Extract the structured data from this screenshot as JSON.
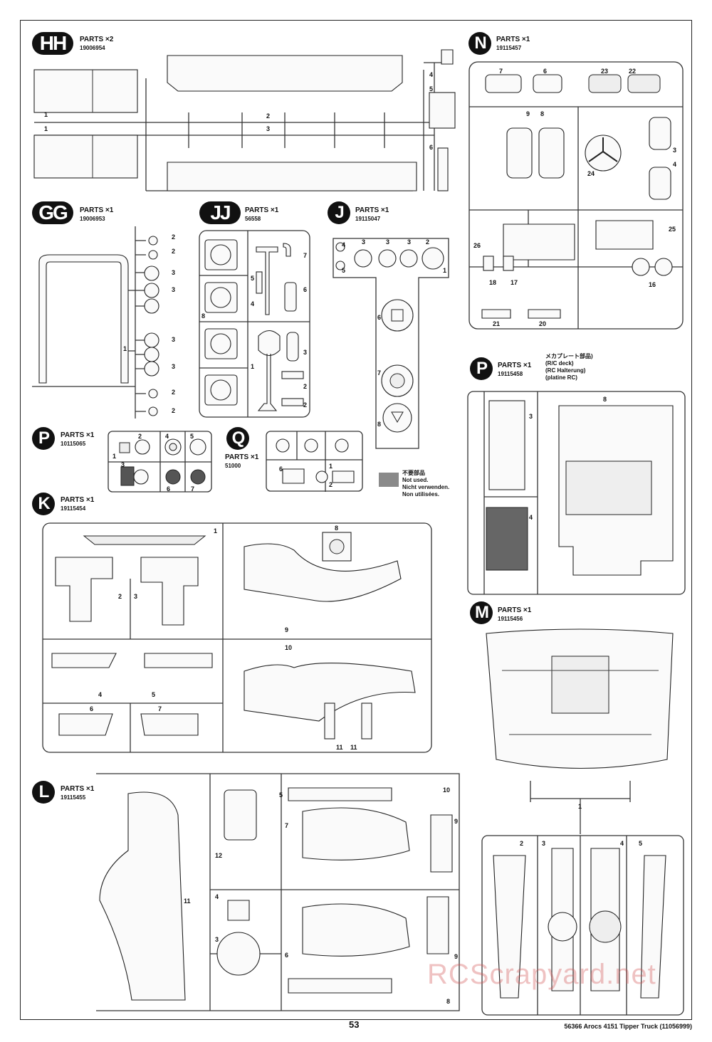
{
  "page_number": "53",
  "footer": "56366 Arocs 4151 Tipper Truck (11056999)",
  "watermark": "RCScrapyard.net",
  "legend": {
    "jp": "不要部品",
    "en": "Not used.",
    "de": "Nicht verwenden.",
    "fr": "Non utilisées."
  },
  "p_deck_note": {
    "jp": "メカプレート部品)",
    "en": "(R/C deck)",
    "de": "(RC Halterung)",
    "fr": "(platine RC)"
  },
  "parts": {
    "hh": {
      "letter": "HH",
      "label": "PARTS ×2",
      "code": "19006954",
      "nums": [
        "1",
        "1",
        "2",
        "3",
        "4",
        "5",
        "6"
      ]
    },
    "n": {
      "letter": "N",
      "label": "PARTS ×1",
      "code": "19115457",
      "nums": [
        "7",
        "6",
        "23",
        "22",
        "9",
        "8",
        "24",
        "3",
        "4",
        "26",
        "25",
        "18",
        "17",
        "16",
        "21",
        "20"
      ]
    },
    "gg": {
      "letter": "GG",
      "label": "PARTS ×1",
      "code": "19006953",
      "nums": [
        "2",
        "2",
        "3",
        "3",
        "3",
        "3",
        "1",
        "2",
        "2"
      ]
    },
    "jj": {
      "letter": "JJ",
      "label": "PARTS ×1",
      "code": "56558",
      "nums": [
        "7",
        "5",
        "6",
        "4",
        "8",
        "1",
        "3",
        "2",
        "2"
      ]
    },
    "j": {
      "letter": "J",
      "label": "PARTS ×1",
      "code": "19115047",
      "nums": [
        "4",
        "5",
        "3",
        "3",
        "3",
        "2",
        "1",
        "6",
        "7",
        "8"
      ]
    },
    "p2": {
      "letter": "P",
      "label": "PARTS ×1",
      "code": "19115458",
      "nums": [
        "3",
        "8",
        "4"
      ]
    },
    "p1": {
      "letter": "P",
      "label": "PARTS ×1",
      "code": "10115065",
      "nums": [
        "2",
        "4",
        "5",
        "1",
        "3",
        "6",
        "7"
      ]
    },
    "q": {
      "letter": "Q",
      "label": "PARTS ×1",
      "code": "51000",
      "nums": [
        "6",
        "1",
        "2"
      ]
    },
    "k": {
      "letter": "K",
      "label": "PARTS ×1",
      "code": "19115454",
      "nums": [
        "1",
        "8",
        "2",
        "3",
        "9",
        "10",
        "4",
        "5",
        "6",
        "7",
        "11",
        "11"
      ]
    },
    "m": {
      "letter": "M",
      "label": "PARTS ×1",
      "code": "19115456",
      "nums": [
        "1",
        "2",
        "3",
        "4",
        "5"
      ]
    },
    "l": {
      "letter": "L",
      "label": "PARTS ×1",
      "code": "19115455",
      "nums": [
        "5",
        "10",
        "7",
        "9",
        "12",
        "11",
        "4",
        "3",
        "6",
        "9",
        "8"
      ]
    }
  },
  "colors": {
    "ink": "#111111",
    "unused_gray": "#8a8a8a",
    "watermark": "#d25050"
  }
}
